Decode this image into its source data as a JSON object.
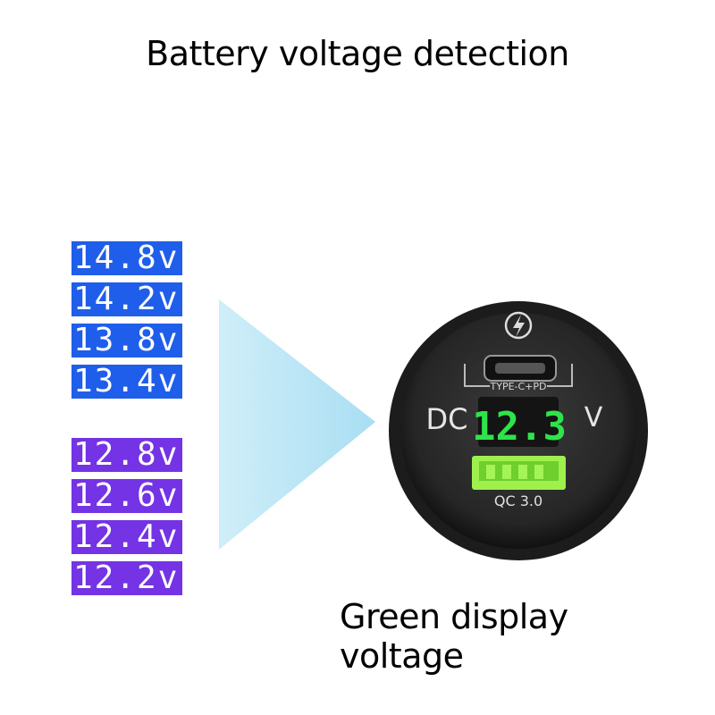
{
  "title": "Battery voltage detection",
  "subtitle": "Green display voltage",
  "colors": {
    "blue": "#1f5eea",
    "purple": "#7433e4",
    "display_green": "#2fe34a",
    "usb_green": "#9ef04d"
  },
  "blue_voltages": [
    "14.8v",
    "14.2v",
    "13.8v",
    "13.4v"
  ],
  "purple_voltages": [
    "12.8v",
    "12.6v",
    "12.4v",
    "12.2v"
  ],
  "device": {
    "type_c_label": "TYPE-C+PD",
    "dc_label": "DC",
    "volt_unit": "V",
    "reading": "12.3",
    "qc_label": "QC 3.0",
    "quick_charge_icon": "lightning-icon"
  }
}
